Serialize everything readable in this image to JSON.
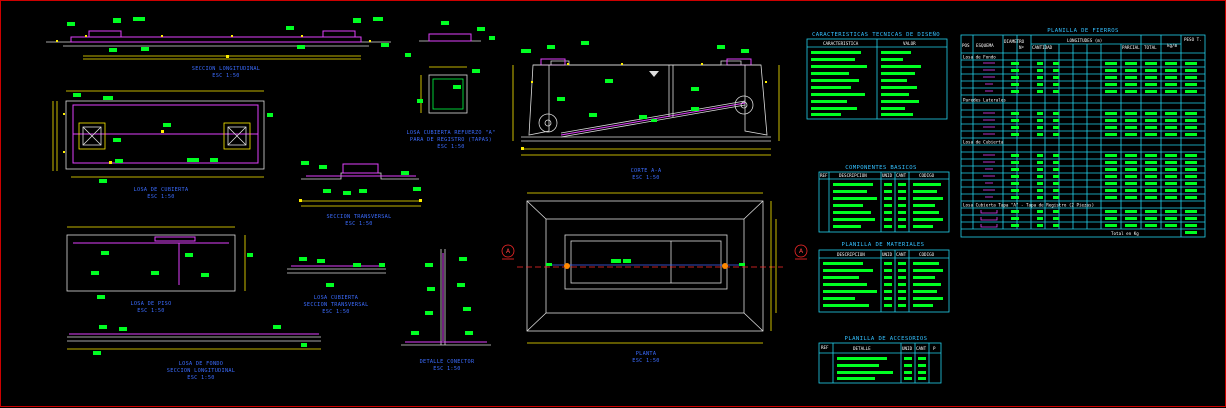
{
  "drawing": {
    "views": {
      "seccion_longitudinal": {
        "title": "SECCION LONGITUDINAL",
        "scale": "ESC 1:50"
      },
      "losa_cubierta_top": {
        "title": "LOSA DE CUBIERTA",
        "scale": "ESC 1:50"
      },
      "losa_cubierta_refuerzo": {
        "title": "LOSA CUBIERTA REFUERZO \"A\"",
        "subtitle": "PARA DE REGISTRO (TAPAS)",
        "scale": "ESC 1:50"
      },
      "seccion_transversal": {
        "title": "SECCION TRANSVERSAL",
        "scale": "ESC 1:50"
      },
      "corte_a": {
        "title": "CORTE A-A",
        "scale": "ESC 1:50"
      },
      "losa_de_piso": {
        "title": "LOSA DE PISO",
        "scale": "ESC 1:50"
      },
      "losa_cubierta_sec": {
        "title": "LOSA CUBIERTA",
        "subtitle": "SECCION TRANSVERSAL",
        "scale": "ESC 1:50"
      },
      "losa_de_fondo": {
        "title": "LOSA DE FONDO",
        "subtitle": "SECCION LONGITUDINAL",
        "scale": "ESC 1:50"
      },
      "detalle_conector": {
        "title": "DETALLE CONECTOR",
        "scale": "ESC 1:50"
      },
      "planta": {
        "title": "PLANTA",
        "scale": "ESC 1:50"
      }
    },
    "section_marker": "A",
    "tables": {
      "caracteristicas": {
        "title": "CARACTERISTICAS TECNICAS DE DISEÑO",
        "headers": [
          "CARACTERISTICA",
          "VALOR"
        ]
      },
      "componentes": {
        "title": "COMPONENTES BASICOS",
        "headers": [
          "REF",
          "DESCRIPCION",
          "UNID",
          "CANT",
          "CODIGO"
        ]
      },
      "materiales": {
        "title": "PLANILLA DE MATERIALES",
        "headers": [
          "DESCRIPCION",
          "UNID",
          "CANT",
          "CODIGO"
        ]
      },
      "accesorios": {
        "title": "PLANILLA DE ACCESORIOS",
        "headers": [
          "REF",
          "DETALLE",
          "UNID",
          "CANT",
          "P"
        ]
      },
      "fierros": {
        "title": "PLANILLA DE FIERROS",
        "headers": [
          "POS",
          "ESQUEMA",
          "DIAMETRO",
          "Nº",
          "CANTIDAD",
          "LONGITUDES (m)",
          "PARCIAL",
          "TOTAL",
          "kg/m",
          "PESO T."
        ],
        "groups": [
          "Losa de Fondo",
          "Paredes Laterales",
          "Losa de Cubierta",
          "Losa Cubierta Tapa \"A\" - Tapa de Registro (2 Piezas)"
        ],
        "footer": "Total en Kg"
      }
    }
  }
}
